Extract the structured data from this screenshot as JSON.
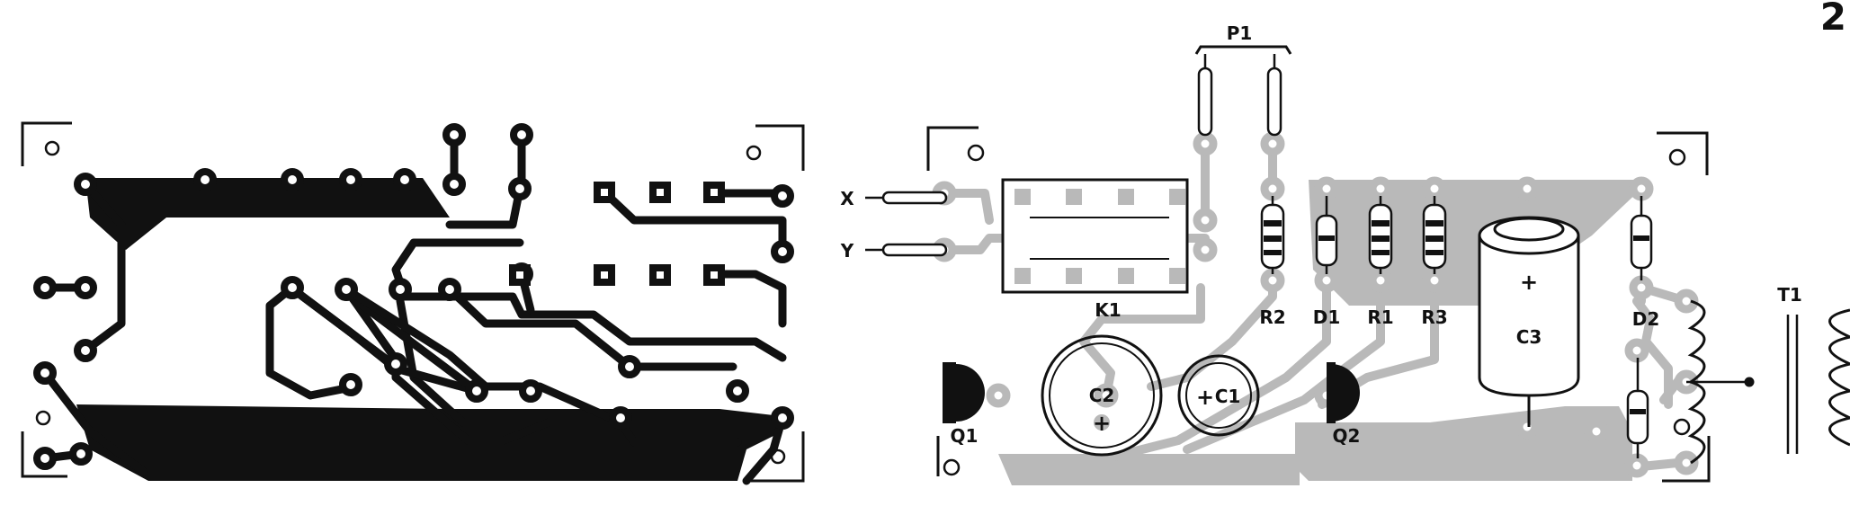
{
  "page_number": "2",
  "labels": {
    "p1": "P1",
    "x": "X",
    "y": "Y",
    "k1": "K1",
    "r2": "R2",
    "d1": "D1",
    "r1": "R1",
    "r3": "R3",
    "c3": "C3",
    "d2": "D2",
    "t1": "T1",
    "c2": "C2",
    "c1": "C1",
    "q1": "Q1",
    "q2": "Q2",
    "plus": "+"
  },
  "colors": {
    "copper": "#111111",
    "overlay": "#b9b9b9",
    "paper": "#ffffff"
  }
}
